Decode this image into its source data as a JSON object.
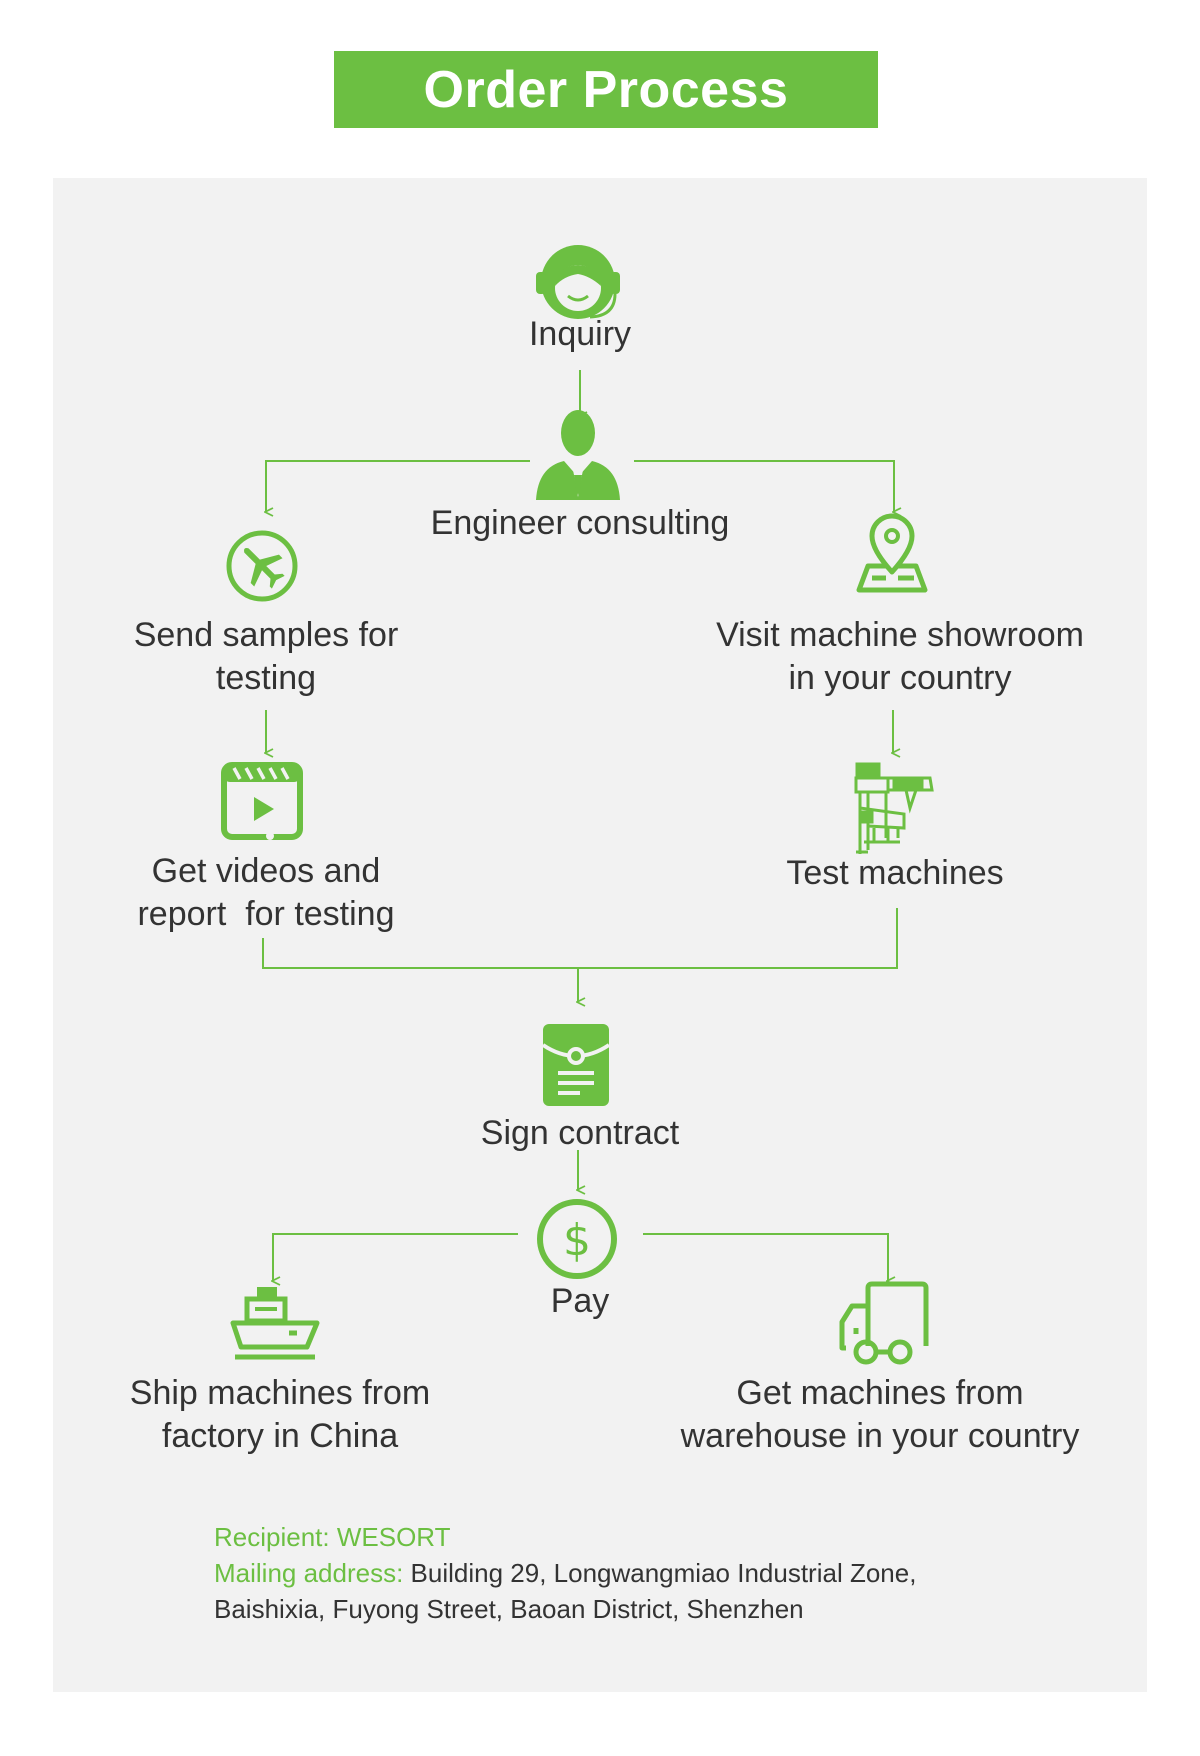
{
  "title": "Order Process",
  "colors": {
    "accent": "#6cbf42",
    "panel": "#f2f2f2",
    "text": "#333333"
  },
  "steps": {
    "inquiry": {
      "label": "Inquiry",
      "icon": "headset-agent-icon"
    },
    "engineer": {
      "label": "Engineer consulting",
      "icon": "engineer-person-icon"
    },
    "samples": {
      "line1": "Send samples for",
      "line2": "testing",
      "icon": "airplane-icon"
    },
    "showroom": {
      "line1": "Visit machine showroom",
      "line2": "in your country",
      "icon": "map-pin-icon"
    },
    "videos": {
      "line1": "Get videos and",
      "line2": "report  for testing",
      "icon": "video-player-icon"
    },
    "test": {
      "label": "Test machines",
      "icon": "color-sorter-machine-icon"
    },
    "contract": {
      "label": "Sign contract",
      "icon": "contract-envelope-icon"
    },
    "pay": {
      "label": "Pay",
      "icon": "dollar-coin-icon"
    },
    "ship": {
      "line1": "Ship machines from",
      "line2": "factory in China",
      "icon": "cargo-ship-icon"
    },
    "warehouse": {
      "line1": "Get machines from",
      "line2": "warehouse in your country",
      "icon": "delivery-truck-icon"
    }
  },
  "footer": {
    "recipient_key": "Recipient:",
    "recipient_value": "WESORT",
    "address_key": "Mailing address:",
    "address_line1": "Building 29, Longwangmiao Industrial Zone,",
    "address_line2": "Baishixia, Fuyong Street, Baoan District, Shenzhen"
  }
}
